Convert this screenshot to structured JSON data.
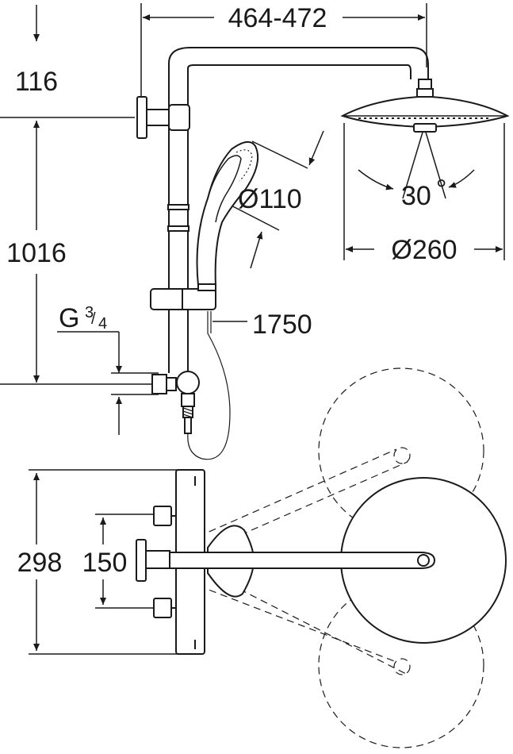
{
  "dimensions": {
    "arm_reach": "464-472",
    "top_offset": "116",
    "rail_height": "1016",
    "connection_thread_prefix": "G",
    "connection_thread_num": "3",
    "connection_thread_den": "4",
    "hose_length": "1750",
    "hand_shower_diameter": "Ø110",
    "head_shower_diameter": "Ø260",
    "head_tilt_angle": "30",
    "head_tilt_unit": "°",
    "thermostat_height": "298",
    "inlet_spacing": "150"
  },
  "colors": {
    "line": "#1a1a1a",
    "background": "#ffffff"
  }
}
